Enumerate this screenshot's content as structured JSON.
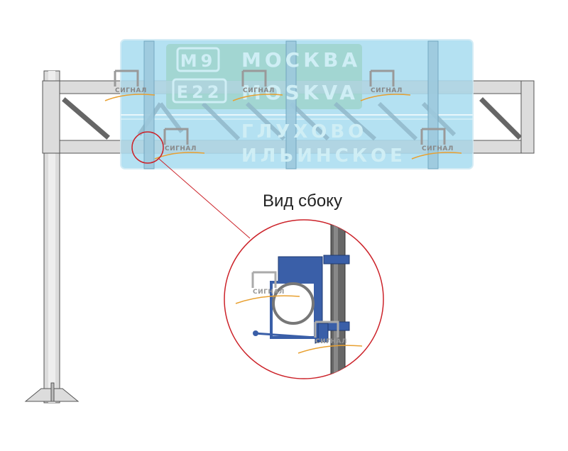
{
  "caption": "Вид сбоку",
  "sign": {
    "route_badge_1": "M9",
    "route_badge_2": "E22",
    "line_1": "МОСКВА",
    "line_2": "MOSKVA",
    "line_3": "ГЛУХОВО",
    "line_4": "ИЛЬИНСКОЕ"
  },
  "watermark": "СИГНАЛ",
  "colors": {
    "sign_panel": "#a8dcf0",
    "sign_text_panel": "#9fd4cc",
    "sign_text": "#cfeef5",
    "steel": "#dcdcdc",
    "steel_outline": "#555555",
    "bracket": "#3a5fa8",
    "callout": "#cc2229",
    "watermark_swoosh": "#e8a030"
  }
}
